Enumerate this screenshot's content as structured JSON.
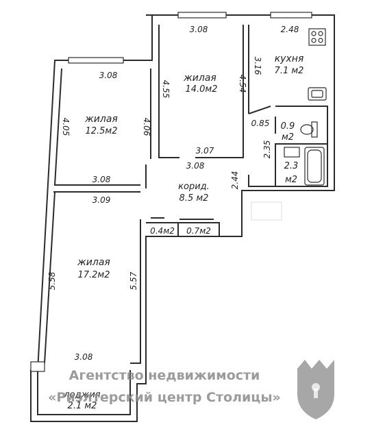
{
  "rooms": {
    "bedroom_top": {
      "name": "жилая",
      "area": "14.0м2"
    },
    "kitchen": {
      "name": "кухня",
      "area": "7.1 м2"
    },
    "bedroom_left": {
      "name": "жилая",
      "area": "12.5м2"
    },
    "corridor": {
      "name": "корид.",
      "area": "8.5 м2"
    },
    "bathroom": {
      "area_value": "2.3",
      "area_unit": "м2"
    },
    "wc": {
      "area_value": "0.9",
      "area_unit": "м2"
    },
    "bedroom_bottom": {
      "name": "жилая",
      "area": "17.2м2"
    },
    "loggia": {
      "name": "лоджия",
      "area": "2.1 м2"
    },
    "closet1": {
      "area": "0.4м2"
    },
    "closet2": {
      "area": "0.7м2"
    }
  },
  "dimensions": {
    "top_room_top": "3.08",
    "kitchen_top": "2.48",
    "left_room_top": "3.08",
    "top_room_left": "4.55",
    "top_room_right": "4.54",
    "kitchen_right": "3.16",
    "left_room_left": "4.05",
    "left_room_right": "4.06",
    "top_room_bottom_inner": "3.07",
    "top_room_bottom_outer": "3.08",
    "wc_depth": "0.85",
    "bath_depth": "2.35",
    "corridor_right": "2.44",
    "left_room_bottom": "3.08",
    "bottom_room_top": "3.09",
    "bottom_room_left": "5.58",
    "bottom_room_right": "5.57",
    "loggia_top": "3.08"
  },
  "watermark": {
    "line1": "Агентство недвижимости",
    "line2": "«Риэлтерский центр Столицы»"
  },
  "colors": {
    "wall": "#2b2b2b",
    "text": "#222222",
    "watermark": "#8a8a8a"
  },
  "icons": [
    "stove-icon",
    "sink-icon",
    "toilet-icon",
    "bathtub-icon",
    "agency-logo-icon"
  ]
}
